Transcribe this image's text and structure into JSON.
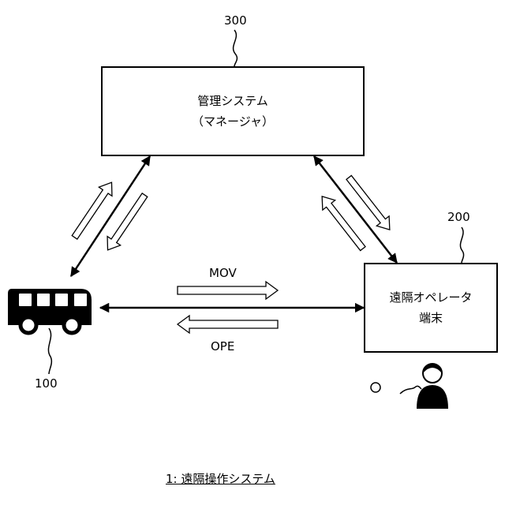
{
  "reference_numbers": {
    "manager": "300",
    "operator": "200",
    "bus": "100"
  },
  "manager_box": {
    "line1": "管理システム",
    "line2": "（マネージャ）"
  },
  "operator_box": {
    "line1": "遠隔オペレータ",
    "line2": "端末"
  },
  "signals": {
    "mov": "MOV",
    "ope": "OPE"
  },
  "caption": "1: 遠隔操作システム",
  "icons": {
    "vehicle": "bus-icon",
    "operator": "person-icon"
  },
  "colors": {
    "line": "#000000",
    "background": "#ffffff"
  }
}
